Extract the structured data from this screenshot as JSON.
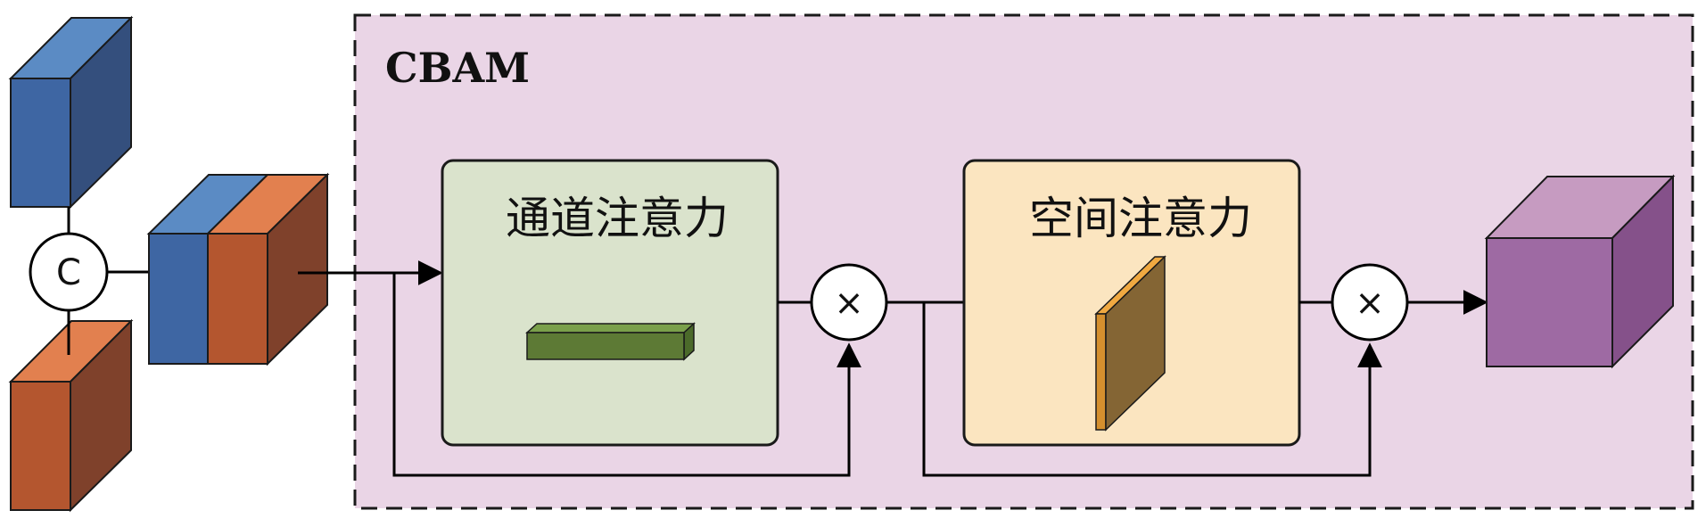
{
  "cbam": {
    "title": "CBAM"
  },
  "concat": {
    "symbol": "C"
  },
  "channel_attention": {
    "label": "通道注意力"
  },
  "spatial_attention": {
    "label": "空间注意力"
  },
  "multiply_1": {
    "symbol": "×"
  },
  "multiply_2": {
    "symbol": "×"
  },
  "colors": {
    "cbam_background": "#ead5e6",
    "channel_box": "#dae3cc",
    "spatial_box": "#fbe5c0",
    "blue_front": "#3e66a3",
    "blue_top": "#5b8bc4",
    "blue_side": "#344f7d",
    "orange_front": "#b4562f",
    "orange_top": "#e2804f",
    "orange_side": "#7f412b",
    "purple_front": "#9e6aa3",
    "purple_top": "#c69bc1",
    "purple_side": "#85518a",
    "green_bar": "#5d7a35",
    "spatial_map": "#846534"
  }
}
